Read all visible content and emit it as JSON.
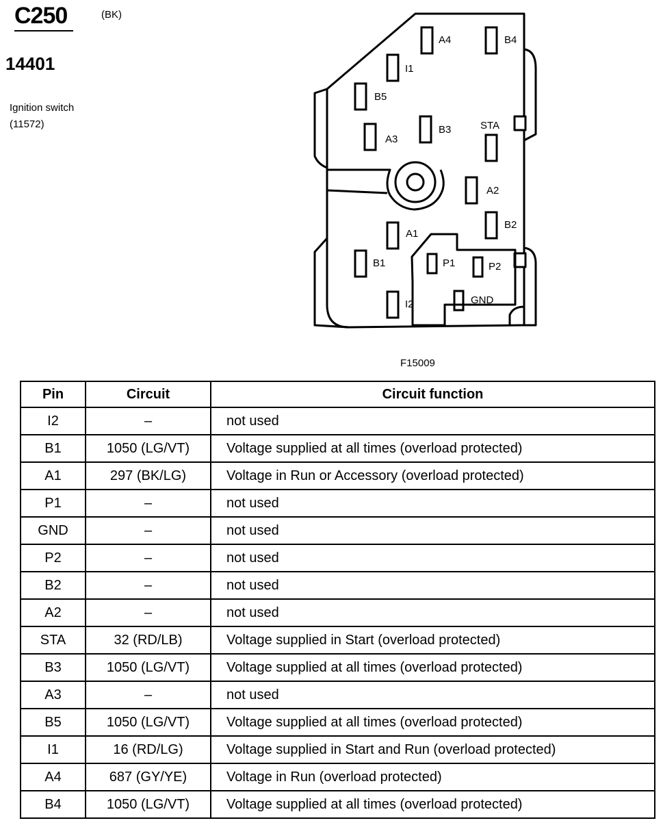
{
  "header": {
    "connector_id": "C250",
    "connector_color": "(BK)",
    "part_number": "14401",
    "component_name": "Ignition switch",
    "component_code": "(11572)"
  },
  "figure_id": "F15009",
  "pin_labels": {
    "a4": "A4",
    "b4": "B4",
    "i1": "I1",
    "b5": "B5",
    "a3": "A3",
    "b3": "B3",
    "sta": "STA",
    "a2": "A2",
    "b2": "B2",
    "a1": "A1",
    "b1": "B1",
    "p1": "P1",
    "p2": "P2",
    "i2": "I2",
    "gnd": "GND"
  },
  "table": {
    "headers": [
      "Pin",
      "Circuit",
      "Circuit function"
    ],
    "rows": [
      {
        "pin": "I2",
        "circuit": "–",
        "function": "not used"
      },
      {
        "pin": "B1",
        "circuit": "1050 (LG/VT)",
        "function": "Voltage supplied at all times (overload protected)"
      },
      {
        "pin": "A1",
        "circuit": "297 (BK/LG)",
        "function": "Voltage in Run or Accessory (overload protected)"
      },
      {
        "pin": "P1",
        "circuit": "–",
        "function": "not used"
      },
      {
        "pin": "GND",
        "circuit": "–",
        "function": "not used"
      },
      {
        "pin": "P2",
        "circuit": "–",
        "function": "not used"
      },
      {
        "pin": "B2",
        "circuit": "–",
        "function": "not used"
      },
      {
        "pin": "A2",
        "circuit": "–",
        "function": "not used"
      },
      {
        "pin": "STA",
        "circuit": "32 (RD/LB)",
        "function": "Voltage supplied in Start (overload protected)"
      },
      {
        "pin": "B3",
        "circuit": "1050 (LG/VT)",
        "function": "Voltage supplied at all times (overload protected)"
      },
      {
        "pin": "A3",
        "circuit": "–",
        "function": "not used"
      },
      {
        "pin": "B5",
        "circuit": "1050 (LG/VT)",
        "function": "Voltage supplied at all times (overload protected)"
      },
      {
        "pin": "I1",
        "circuit": "16 (RD/LG)",
        "function": "Voltage supplied in Start and Run (overload protected)"
      },
      {
        "pin": "A4",
        "circuit": "687 (GY/YE)",
        "function": "Voltage in Run (overload protected)"
      },
      {
        "pin": "B4",
        "circuit": "1050 (LG/VT)",
        "function": "Voltage supplied at all times (overload protected)"
      }
    ]
  }
}
